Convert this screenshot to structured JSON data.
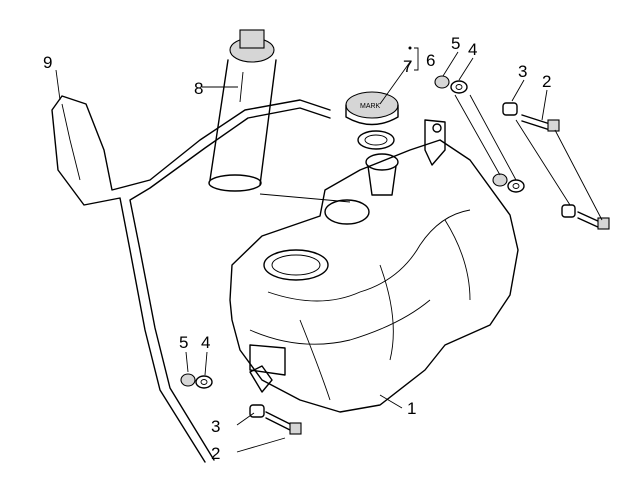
{
  "diagram": {
    "callouts": [
      {
        "key": "c1",
        "label": "1"
      },
      {
        "key": "c2_right",
        "label": "2"
      },
      {
        "key": "c3_right",
        "label": "3"
      },
      {
        "key": "c4_right",
        "label": "4"
      },
      {
        "key": "c5_right",
        "label": "5"
      },
      {
        "key": "c6",
        "label": "6"
      },
      {
        "key": "c7",
        "label": "7"
      },
      {
        "key": "c8",
        "label": "8"
      },
      {
        "key": "c9",
        "label": "9"
      },
      {
        "key": "c5_left",
        "label": "5"
      },
      {
        "key": "c4_left",
        "label": "4"
      },
      {
        "key": "c3_left",
        "label": "3"
      },
      {
        "key": "c2_left",
        "label": "2"
      }
    ],
    "cap_marking": "MARK"
  }
}
